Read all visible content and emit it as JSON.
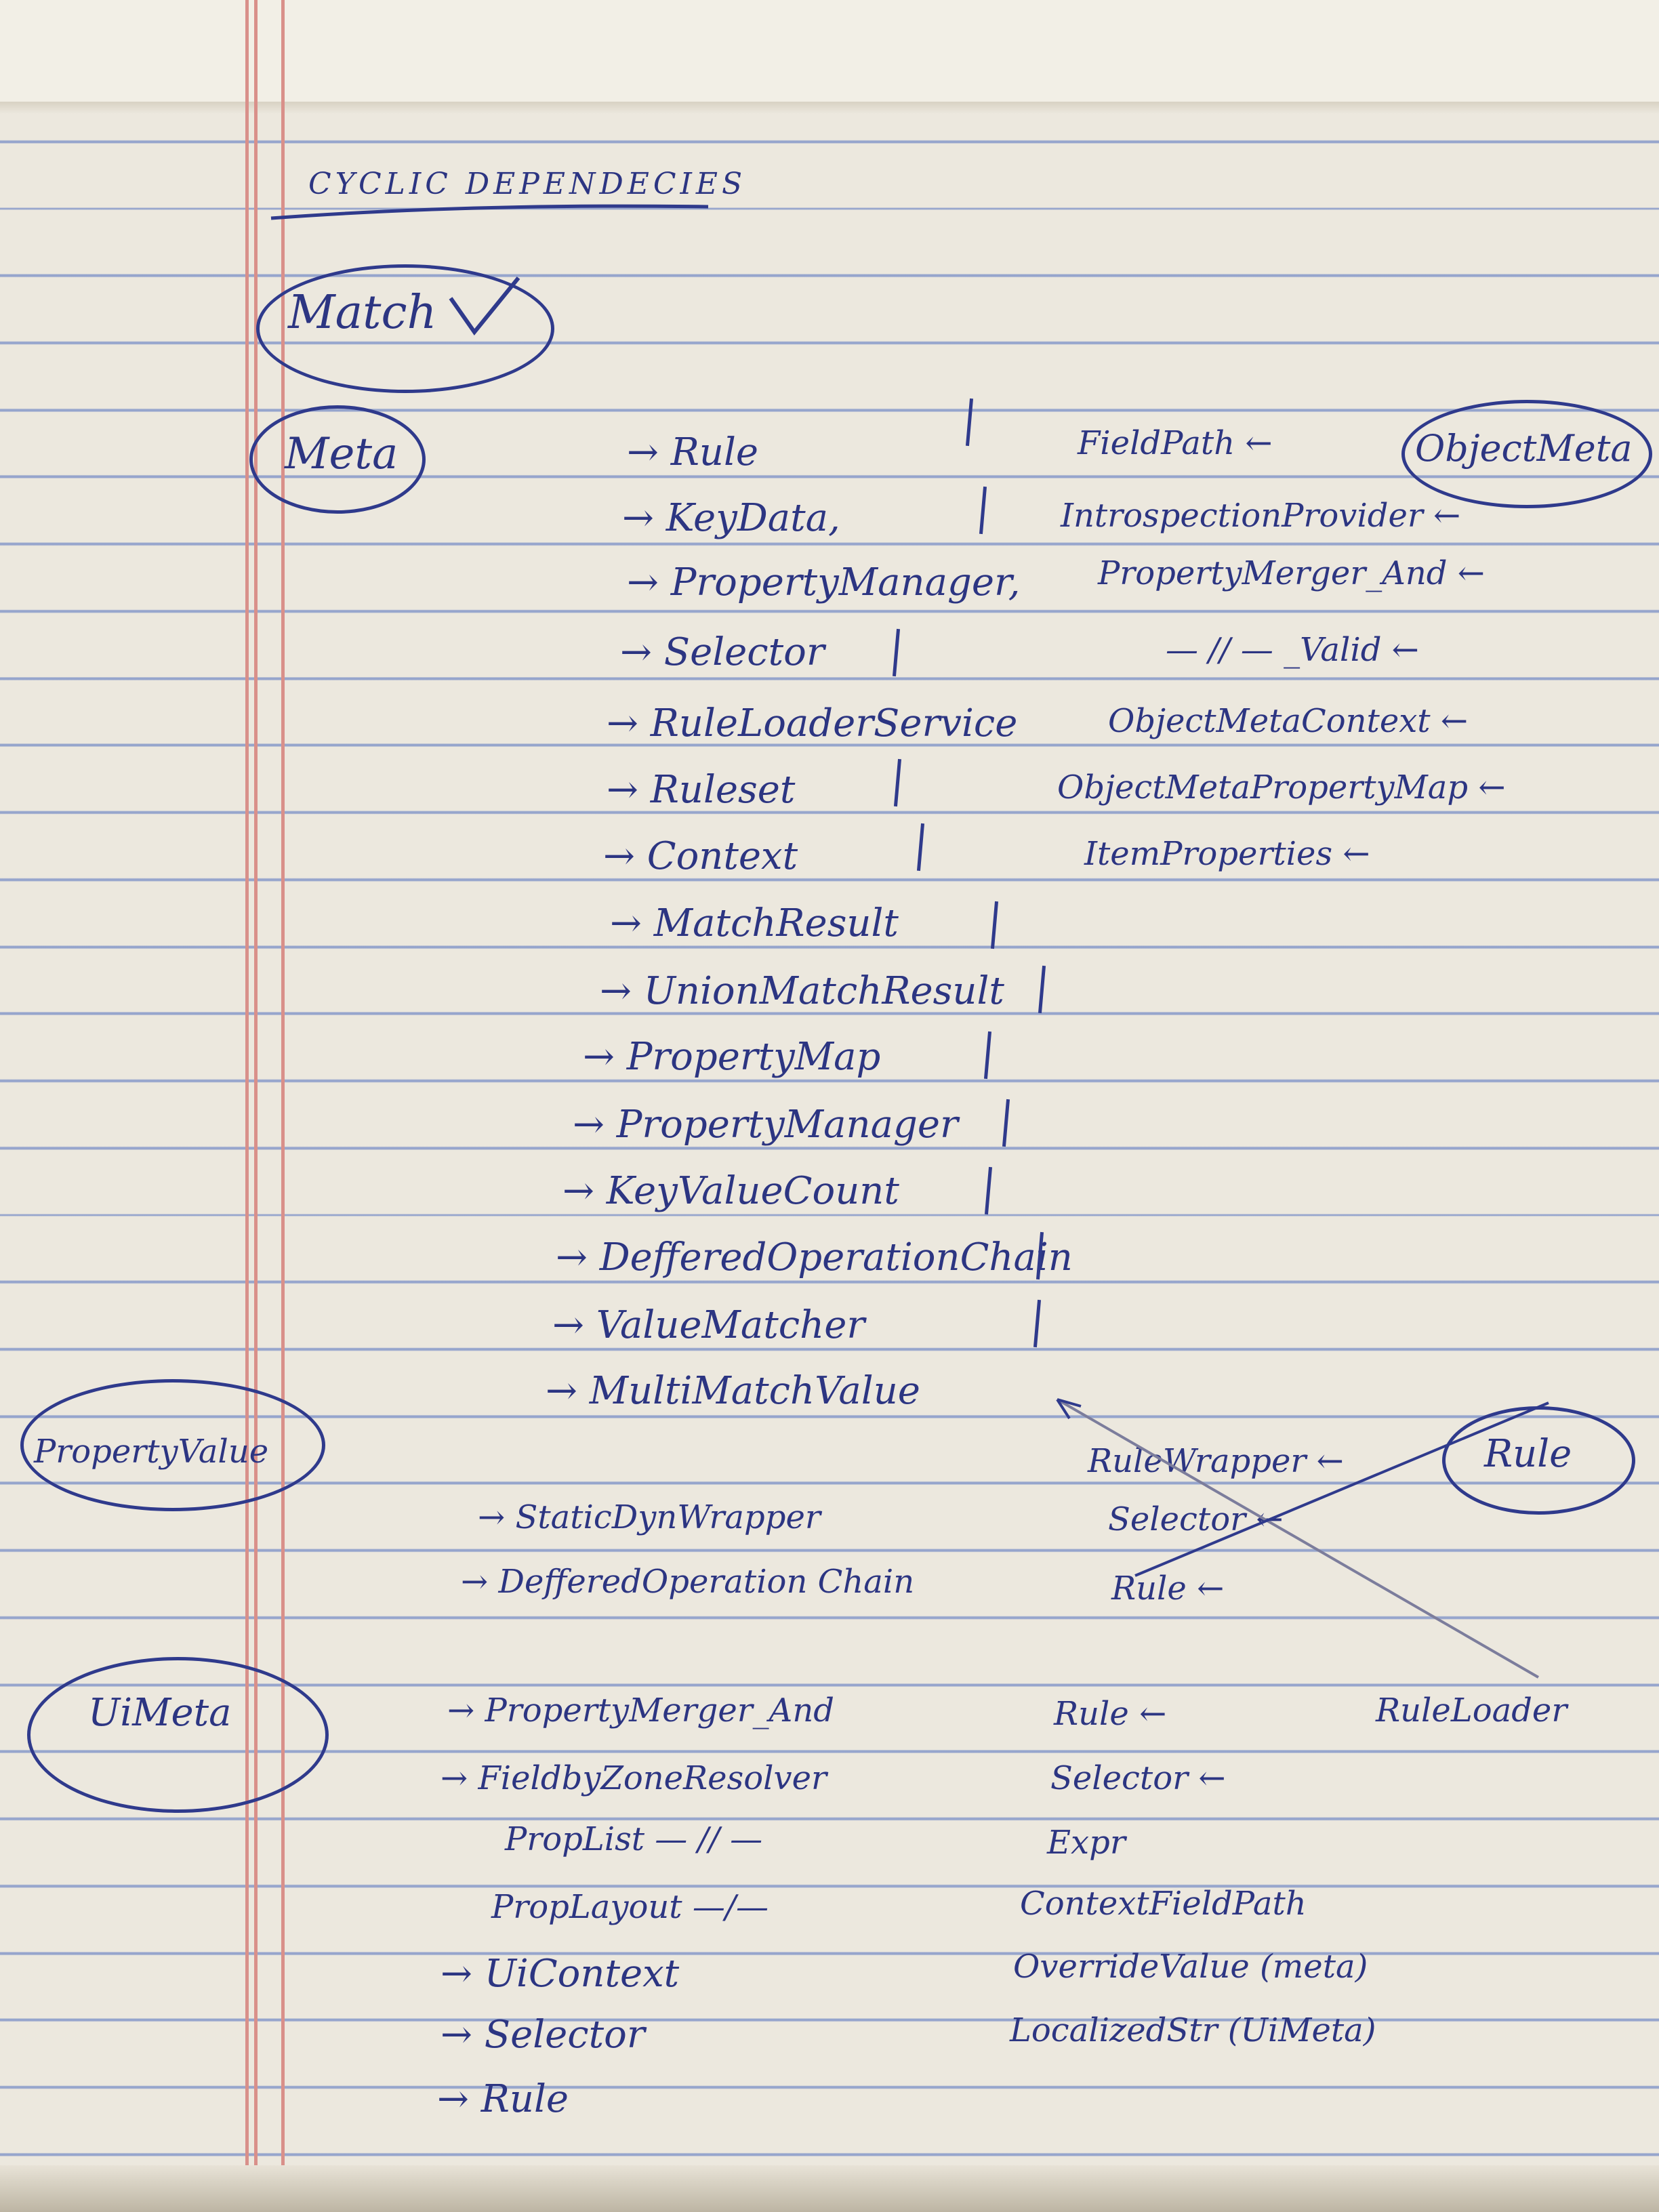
{
  "heading": "CYCLIC DEPENDECIES",
  "match_label": "Match",
  "meta": {
    "label": "Meta",
    "deps": [
      "→ Rule",
      "→ KeyData,",
      "→ PropertyManager,",
      "→ Selector",
      "→ RuleLoaderService",
      "→ Ruleset",
      "→ Context",
      "→ MatchResult",
      "→ UnionMatchResult",
      "→ PropertyMap",
      "→ PropertyManager",
      "→ KeyValueCount",
      "→ DefferedOperationChain",
      "→ ValueMatcher",
      "→ MultiMatchValue"
    ]
  },
  "object_meta": {
    "label": "ObjectMeta",
    "deps": [
      "FieldPath ←",
      "IntrospectionProvider ←",
      "PropertyMerger_And ←",
      "— // —   _Valid ←",
      "ObjectMetaContext ←",
      "ObjectMetaPropertyMap ←",
      "ItemProperties ←"
    ]
  },
  "property_value": {
    "label": "PropertyValue",
    "deps": [
      "→ StaticDynWrapper",
      "→ DefferedOperation Chain"
    ]
  },
  "rule": {
    "label": "Rule",
    "deps": [
      "RuleWrapper ←",
      "Selector ←",
      "Rule ←"
    ]
  },
  "ui_meta": {
    "label": "UiMeta",
    "deps": [
      "→ PropertyMerger_And",
      "→ FieldbyZoneResolver",
      "PropList — // —",
      "PropLayout —/—",
      "→ UiContext",
      "→ Selector",
      "→ Rule"
    ]
  },
  "rule_loader": {
    "label": "RuleLoader",
    "deps": [
      "Rule ←",
      "Selector ←",
      "Expr",
      "ContextFieldPath",
      "OverrideValue (meta)",
      "LocalizedStr (UiMeta)"
    ]
  },
  "colors": {
    "ink": "#2c3582",
    "paper": "#ece8de",
    "rule_line": "#506ebe",
    "margin": "#d9908a"
  }
}
